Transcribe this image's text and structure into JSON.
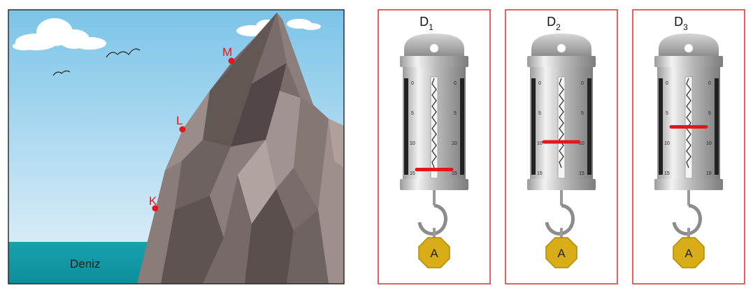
{
  "scene": {
    "sea_label": "Deniz",
    "points": [
      {
        "letter": "K"
      },
      {
        "letter": "L"
      },
      {
        "letter": "M"
      }
    ]
  },
  "dynamometers": [
    {
      "name": "D",
      "sub": "1",
      "weight": "A",
      "reading": 14.6
    },
    {
      "name": "D",
      "sub": "2",
      "weight": "A",
      "reading": 10.0
    },
    {
      "name": "D",
      "sub": "3",
      "weight": "A",
      "reading": 7.5
    }
  ],
  "scale_labels": [
    "0",
    "5",
    "10",
    "15"
  ],
  "colors": {
    "frame": "#e53935",
    "indicator": "#e8141c",
    "point": "#e8141c",
    "sea": "#1aa8b2",
    "sky_top": "#7cc4e8",
    "weight": "#d8ad18"
  }
}
